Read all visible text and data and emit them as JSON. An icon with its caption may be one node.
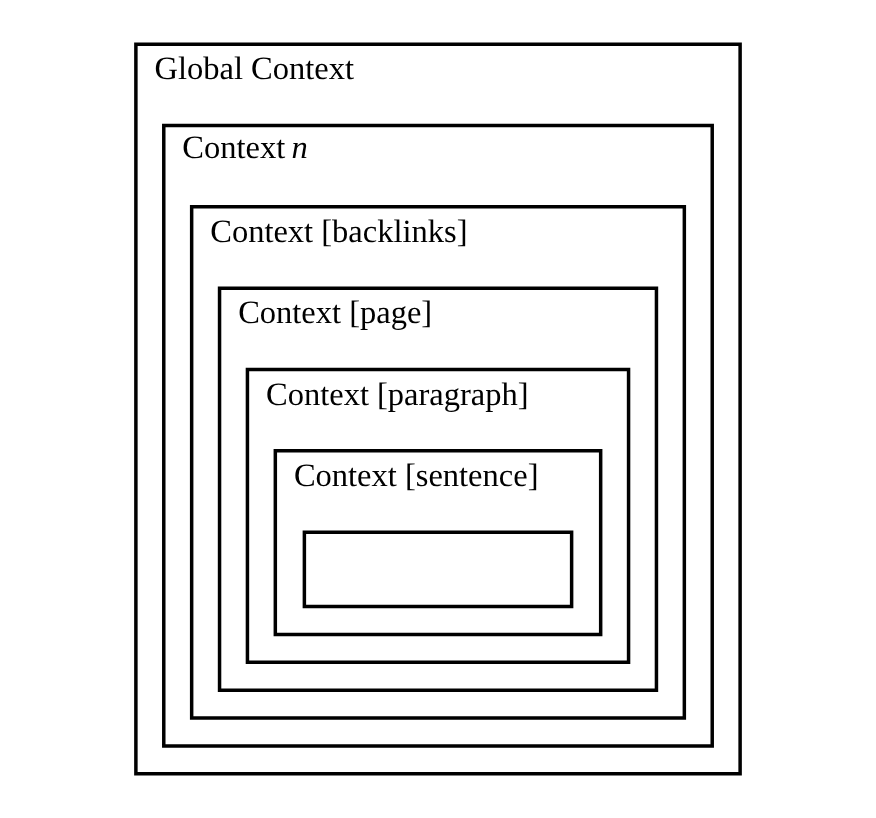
{
  "diagram": {
    "nodes": [
      {
        "text": [
          "Global Context"
        ]
      },
      {
        "text": [
          "Context *n*"
        ],
        "in": 0
      },
      {
        "text": [
          "Context [backlinks]"
        ],
        "in": 1
      },
      {
        "text": [
          "Context [page]"
        ],
        "in": 2
      },
      {
        "text": [
          "Context [paragraph]"
        ],
        "in": 3
      },
      {
        "text": [
          "Context [sentence]"
        ],
        "in": 4
      },
      {
        "text": [],
        "shape": "box",
        "in": 5
      }
    ],
    "edges": []
  }
}
